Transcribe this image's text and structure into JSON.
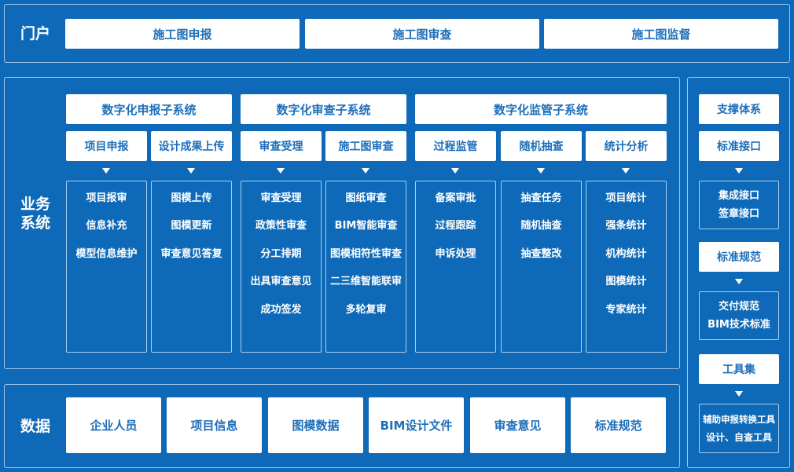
{
  "portal": {
    "label": "门户",
    "items": [
      "施工图申报",
      "施工图审查",
      "施工图监督"
    ]
  },
  "business": {
    "label": "业务系统",
    "subsystems": [
      {
        "title": "数字化申报子系统",
        "modules": [
          {
            "title": "项目申报",
            "items": [
              "项目报审",
              "信息补充",
              "模型信息维护"
            ]
          },
          {
            "title": "设计成果上传",
            "items": [
              "图模上传",
              "图模更新",
              "审查意见答复"
            ]
          }
        ]
      },
      {
        "title": "数字化审查子系统",
        "modules": [
          {
            "title": "审查受理",
            "items": [
              "审查受理",
              "政策性审查",
              "分工排期",
              "出具审查意见",
              "成功签发"
            ]
          },
          {
            "title": "施工图审查",
            "items": [
              "图纸审查",
              "BIM智能审查",
              "图模相符性审查",
              "二三维智能联审",
              "多轮复审"
            ]
          }
        ]
      },
      {
        "title": "数字化监管子系统",
        "modules": [
          {
            "title": "过程监管",
            "items": [
              "备案审批",
              "过程跟踪",
              "申诉处理"
            ]
          },
          {
            "title": "随机抽查",
            "items": [
              "抽查任务",
              "随机抽查",
              "抽查整改"
            ]
          },
          {
            "title": "统计分析",
            "items": [
              "项目统计",
              "强条统计",
              "机构统计",
              "图模统计",
              "专家统计"
            ]
          }
        ]
      }
    ]
  },
  "data_section": {
    "label": "数据",
    "items": [
      "企业人员",
      "项目信息",
      "图模数据",
      "BIM设计文件",
      "审查意见",
      "标准规范"
    ]
  },
  "support": {
    "title": "支撑体系",
    "groups": [
      {
        "title": "标准接口",
        "items": [
          "集成接口",
          "签章接口"
        ]
      },
      {
        "title": "标准规范",
        "items": [
          "交付规范",
          "BIM技术标准"
        ]
      },
      {
        "title": "工具集",
        "items": [
          "辅助申报转换工具",
          "设计、自查工具"
        ]
      }
    ]
  },
  "colors": {
    "background": "#0e6ab8",
    "button_bg": "#ffffff",
    "button_text": "#1d6fba",
    "border": "#9fc6ea"
  }
}
